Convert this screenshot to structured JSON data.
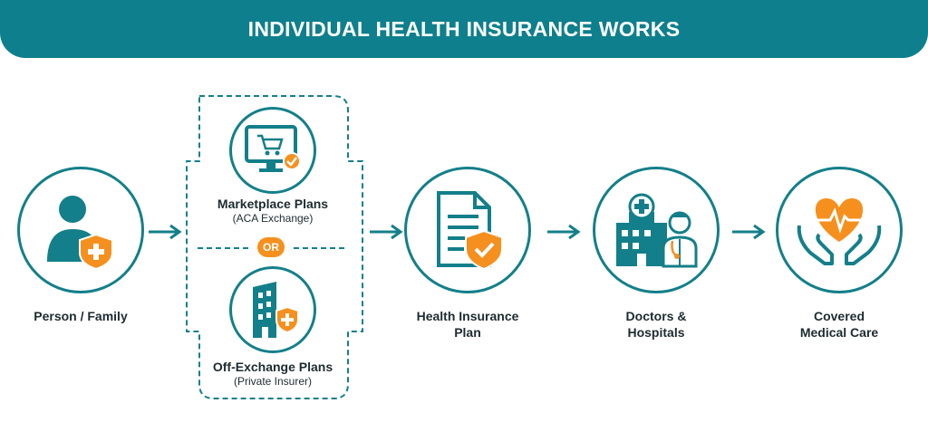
{
  "title": "INDIVIDUAL HEALTH INSURANCE WORKS",
  "colors": {
    "teal": "#137f8a",
    "banner": "#0e7f8c",
    "orange": "#f5901e"
  },
  "steps": {
    "person": {
      "label": "Person / Family",
      "icon": "person-shield-icon"
    },
    "marketplace": {
      "label": "Marketplace Plans",
      "sub": "(ACA Exchange)",
      "icon": "monitor-cart-icon"
    },
    "or": "OR",
    "offexchange": {
      "label": "Off-Exchange Plans",
      "sub": "(Private Insurer)",
      "icon": "building-shield-icon"
    },
    "plan": {
      "label_line1": "Health Insurance",
      "label_line2": "Plan",
      "icon": "document-shield-icon"
    },
    "doctors": {
      "label_line1": "Doctors &",
      "label_line2": "Hospitals",
      "icon": "hospital-doctor-icon"
    },
    "care": {
      "label_line1": "Covered",
      "label_line2": "Medical Care",
      "icon": "hands-heart-icon"
    }
  }
}
